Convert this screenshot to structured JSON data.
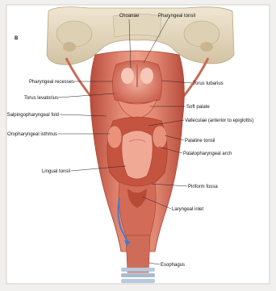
{
  "panel_letter": "B",
  "labels": {
    "choanae": "Choanae",
    "pharyngeal_tonsil": "Pharyngeal tonsil",
    "pharyngeal_recesses": "Pharyngeal recesses",
    "torus_tubarius": "Torus tubarius",
    "torus_levatorius": "Torus levatorius",
    "soft_palate": "Soft palate",
    "salpingopharyngeal_fold": "Salpingopharyngeal fold",
    "valleculae": "Valleculae (anterior to epiglottis)",
    "oropharyngeal_isthmus": "Oropharyngeal isthmus",
    "palatine_tonsil": "Palatine tonsil",
    "palatopharyngeal_arch": "Palatopharyngeal arch",
    "lingual_tonsil": "Lingual tonsil",
    "piriform_fossa": "Piriform fossa",
    "laryngeal_inlet": "Laryngeal inlet",
    "esophagus": "Esophagus"
  },
  "colors": {
    "bone": "#e7dcc4",
    "bone_shadow": "#cdbd9c",
    "muscle": "#d9735f",
    "muscle_dark": "#b94c3c",
    "muscle_light": "#ee9f8a",
    "arrow": "#4a78c8",
    "trachea": "#b9c9da"
  }
}
